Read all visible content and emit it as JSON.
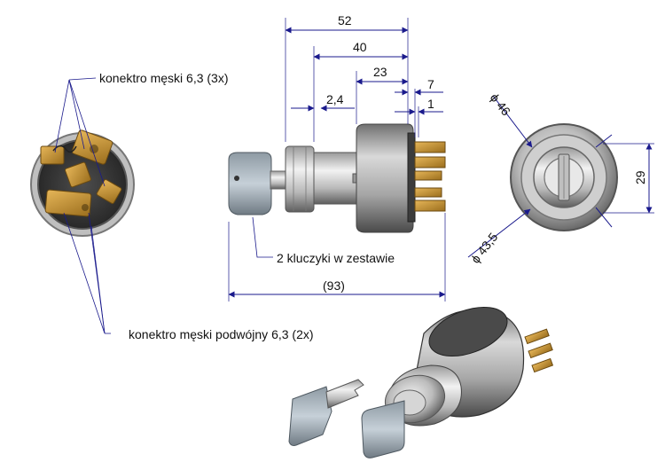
{
  "labels": {
    "male_connector": "konektro męski 6,3 (3x)",
    "male_connector_double": "konektro męski podwójny 6,3 (2x)",
    "keys": "2 kluczyki w zestawie"
  },
  "dimensions": {
    "d52": "52",
    "d40": "40",
    "d23": "23",
    "d7": "7",
    "d1": "1",
    "d2_4": "2,4",
    "d93": "(93)",
    "dia46": "ϕ 46",
    "dia43_5": "ϕ 43,5",
    "d29": "29"
  },
  "colors": {
    "dimension_line": "#1a1a8c",
    "brass": "#c9962e",
    "metal_light": "#d8d8d8",
    "metal_dark": "#6e6e6e",
    "body_dark": "#3a3a3a"
  }
}
